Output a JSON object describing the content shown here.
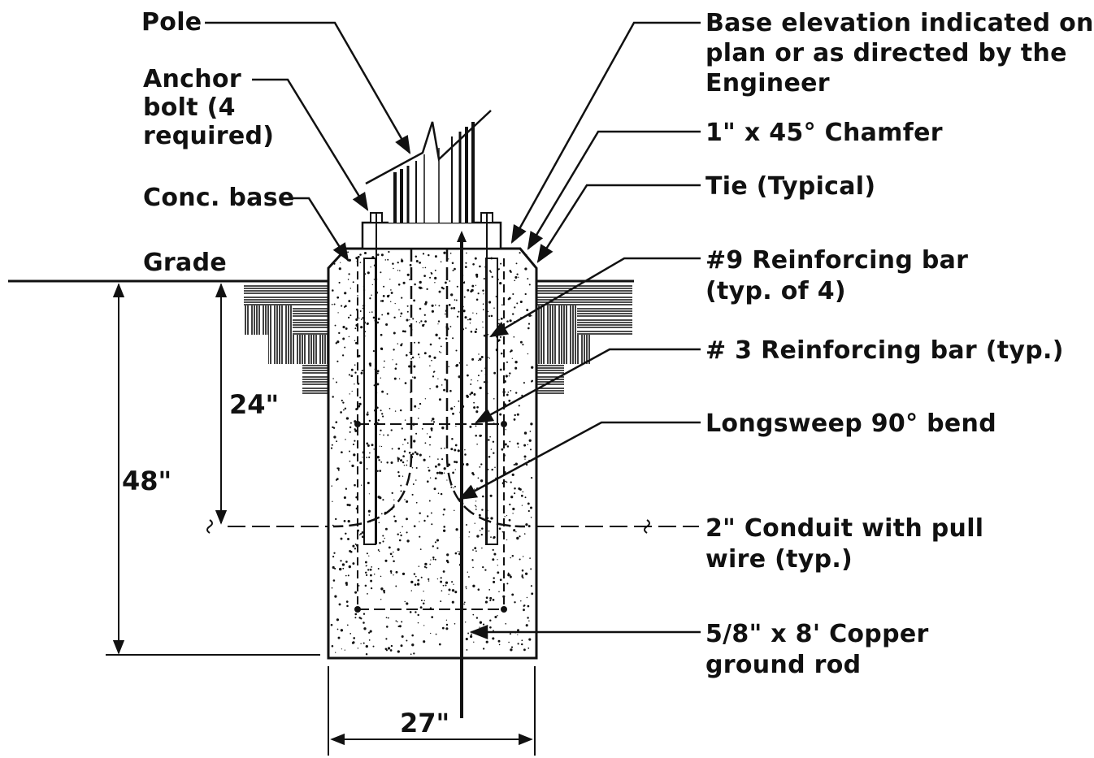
{
  "labels": {
    "pole": "Pole",
    "anchor_bolt": [
      "Anchor",
      "bolt (4",
      "required)"
    ],
    "conc_base": "Conc. base",
    "grade": "Grade",
    "base_elevation": [
      "Base elevation indicated on",
      "plan or as directed by the",
      "Engineer"
    ],
    "chamfer": "1\" x 45° Chamfer",
    "tie": "Tie  (Typical)",
    "rebar_9": [
      "#9 Reinforcing bar",
      "(typ. of 4)"
    ],
    "rebar_3": "# 3 Reinforcing bar  (typ.)",
    "longsweep": "Longsweep 90° bend",
    "conduit": [
      "2\" Conduit with pull",
      "wire (typ.)"
    ],
    "ground_rod": [
      "5/8\" x 8' Copper",
      "ground rod"
    ]
  },
  "dimensions": {
    "depth_24": "24\"",
    "depth_48": "48\"",
    "width_27": "27\""
  },
  "colors": {
    "ink": "#111111",
    "paper": "#ffffff"
  }
}
